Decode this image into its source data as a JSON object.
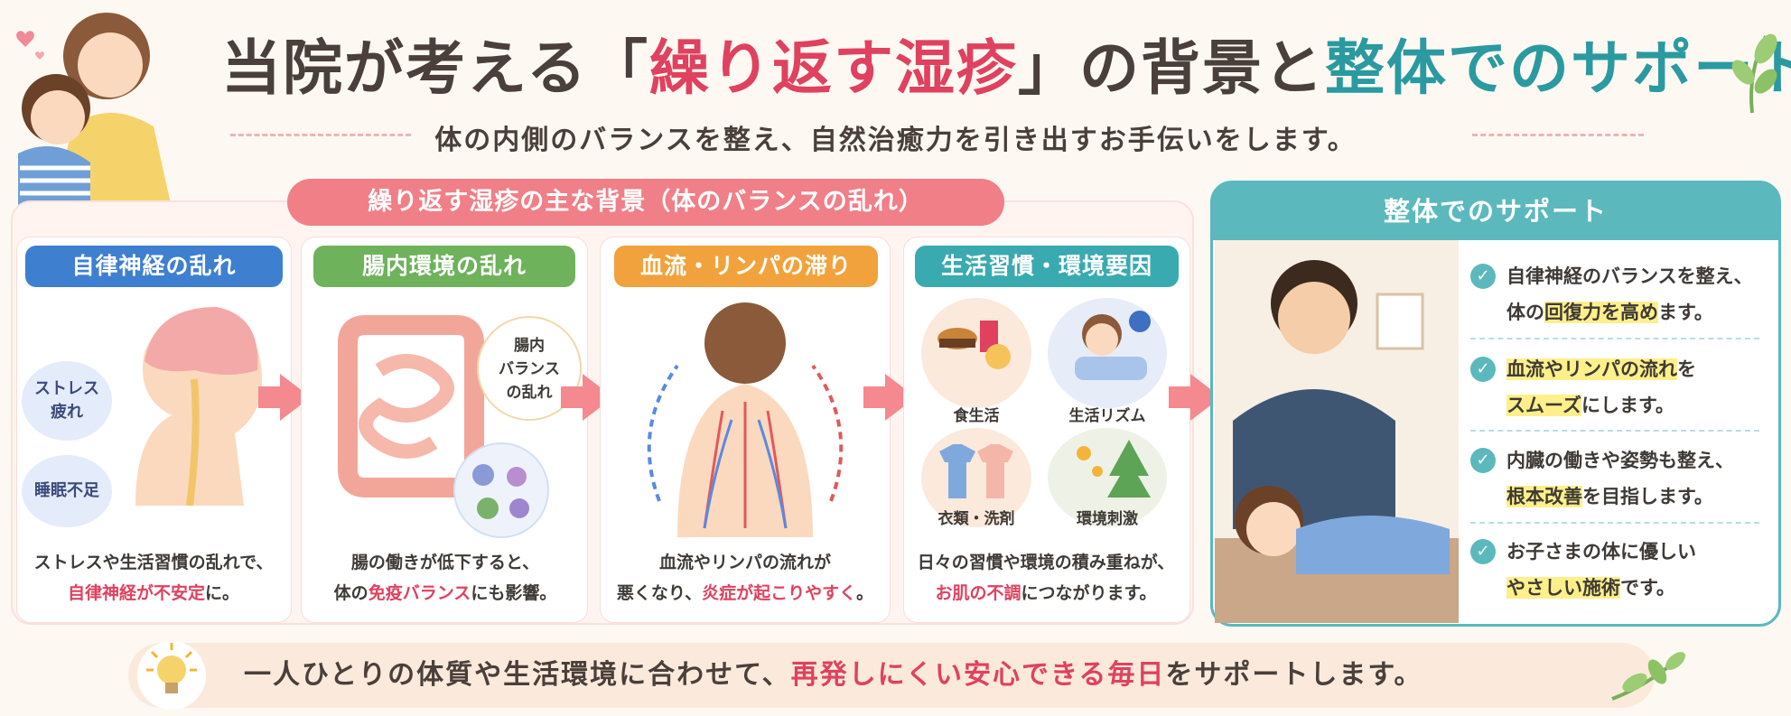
{
  "header": {
    "title_part1": "当院が考える「",
    "title_part2": "繰り返す湿疹",
    "title_part3": "」の背景と",
    "title_part4": "整体でのサポート",
    "subtitle": "体の内側のバランスを整え、自然治癒力を引き出すお手伝いをします。"
  },
  "background_section": {
    "title": "繰り返す湿疹の主な背景（体のバランスの乱れ）",
    "cards": [
      {
        "heading": "自律神経の乱れ",
        "color": "#3f7fd0",
        "bubbles": [
          "ストレス\n疲れ",
          "睡眠不足"
        ],
        "caption_line1": "ストレスや生活習慣の乱れで、",
        "caption_hl": "自律神経が不安定",
        "caption_end": "に。"
      },
      {
        "heading": "腸内環境の乱れ",
        "color": "#6eb25b",
        "bubble": "腸内\nバランス\nの乱れ",
        "caption_line1": "腸の働きが低下すると、",
        "caption_pre": "体の",
        "caption_hl": "免疫バランス",
        "caption_end": "にも影響。"
      },
      {
        "heading": "血流・リンパの滞り",
        "color": "#f2a23c",
        "caption_line1": "血流やリンパの流れが",
        "caption_pre": "悪くなり、",
        "caption_hl": "炎症が起こりやすく",
        "caption_end": "。"
      },
      {
        "heading": "生活習慣・環境要因",
        "color": "#39aab0",
        "items": [
          "食生活",
          "生活リズム",
          "衣類・洗剤",
          "環境刺激"
        ],
        "caption_line1": "日々の習慣や環境の積み重ねが、",
        "caption_hl": "お肌の不調",
        "caption_end": "につながります。"
      }
    ]
  },
  "support_section": {
    "title": "整体でのサポート",
    "accent": "#5bb9bd",
    "items": [
      {
        "line1": "自律神経のバランスを整え、",
        "line2_pre": "体の",
        "line2_hl": "回復力を高め",
        "line2_end": "ます。"
      },
      {
        "line1_hl": "血流やリンパの流れ",
        "line1_end": "を",
        "line2_hl": "スムーズ",
        "line2_end": "にします。"
      },
      {
        "line1": "内臓の働きや姿勢も整え、",
        "line2_hl": "根本改善",
        "line2_end": "を目指します。"
      },
      {
        "line1": "お子さまの体に優しい",
        "line2_hl": "やさしい施術",
        "line2_end": "です。"
      }
    ]
  },
  "footer": {
    "text_pre": "一人ひとりの体質や生活環境に合わせて、",
    "text_hl": "再発しにくい安心できる毎日",
    "text_end": "をサポートします。"
  },
  "icons": [
    "heart-icon",
    "lightbulb-icon",
    "leaf-icon",
    "check-icon",
    "moon-icon",
    "lightning-icon"
  ]
}
